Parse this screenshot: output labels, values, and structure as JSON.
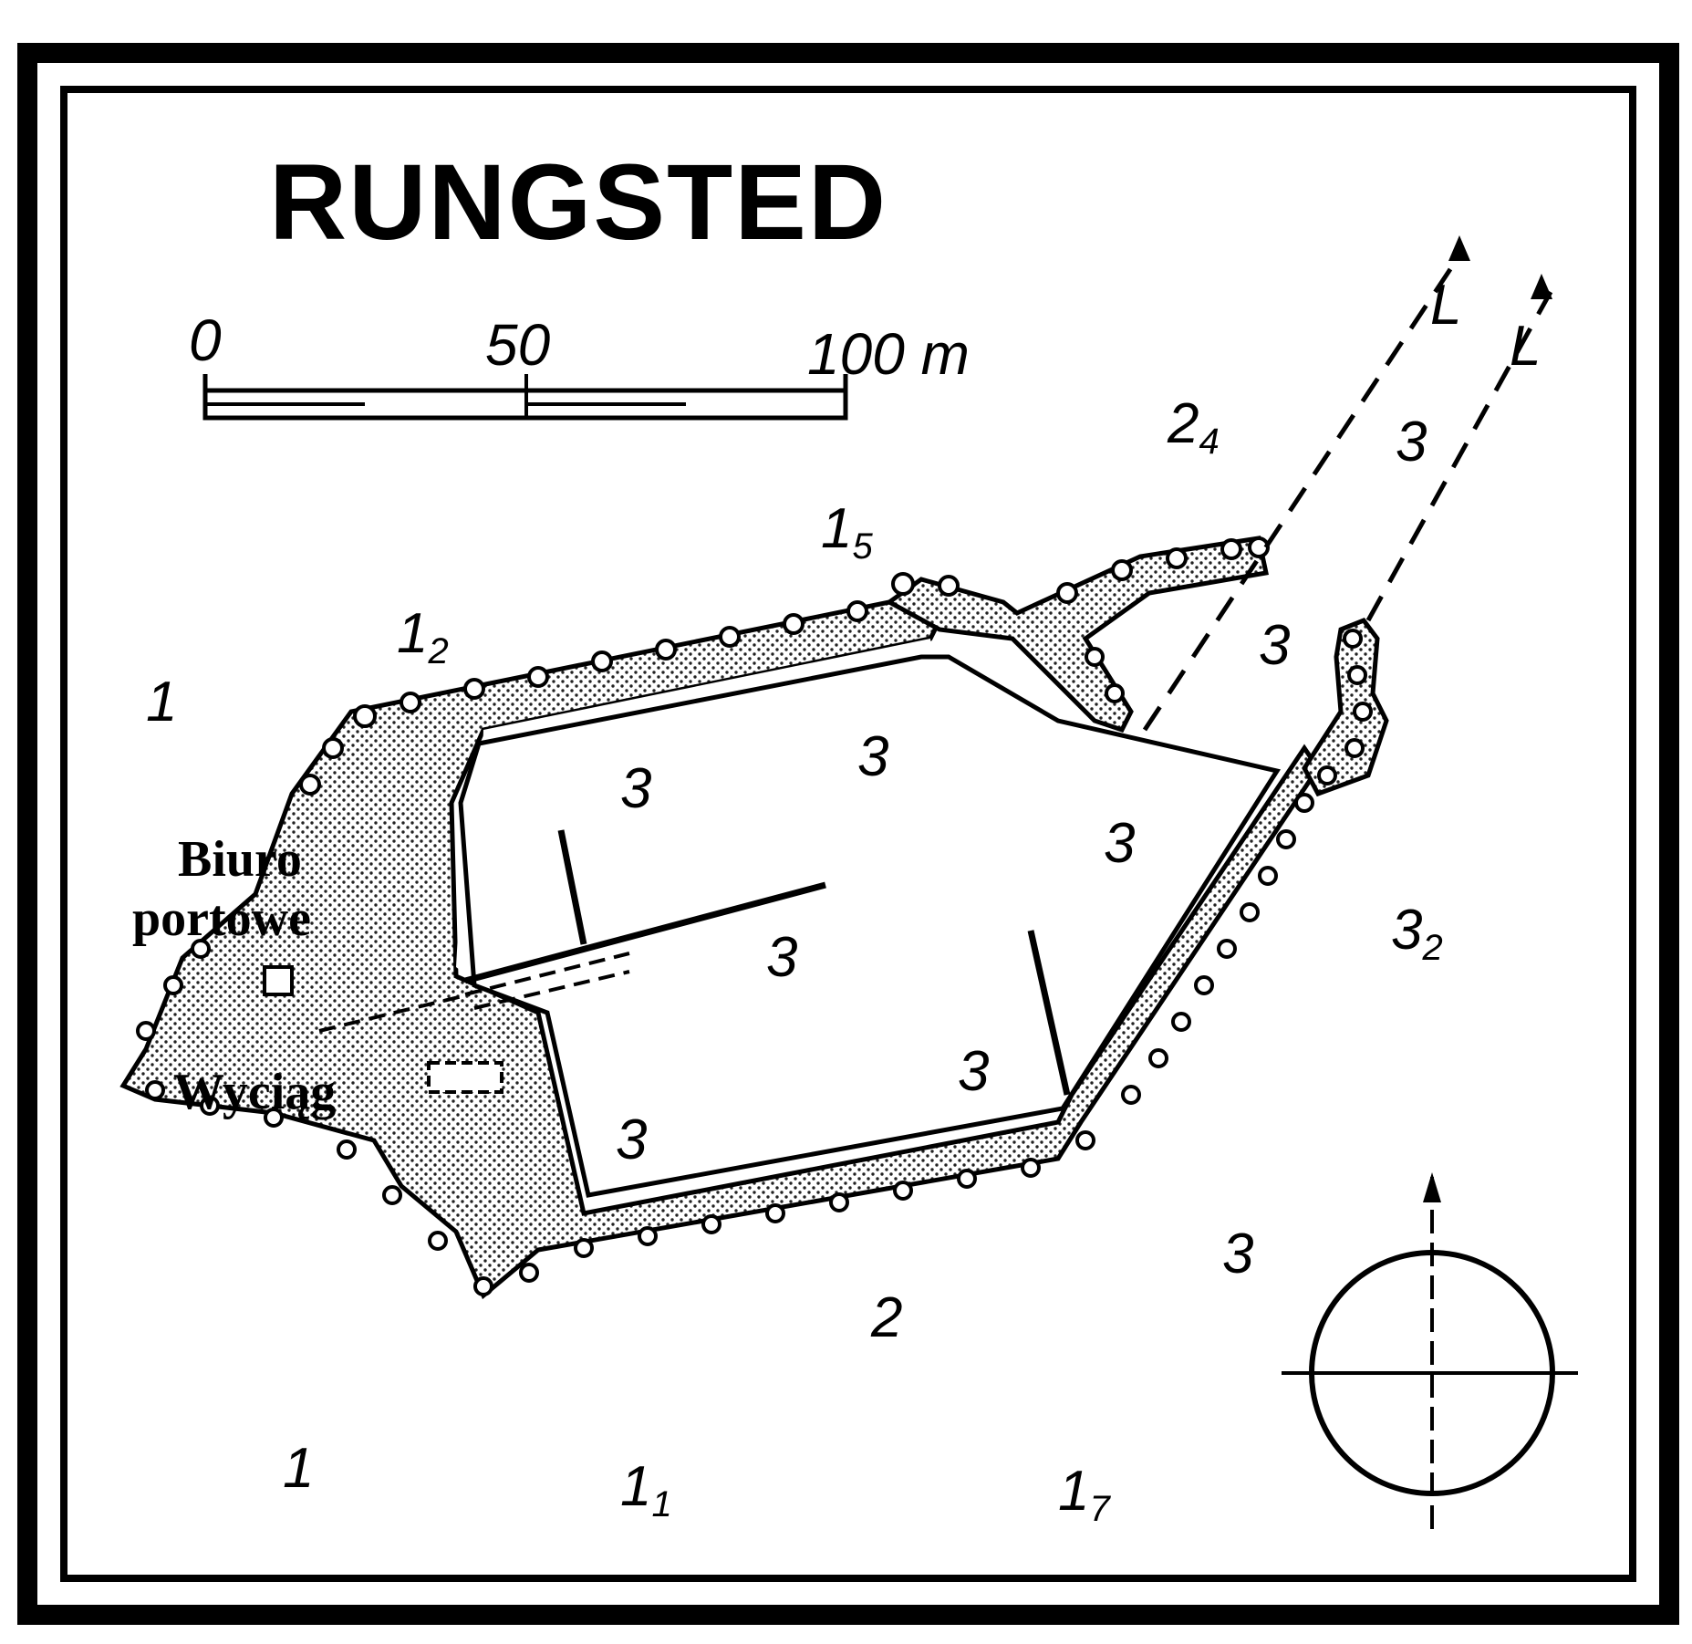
{
  "map": {
    "title": "RUNGSTED",
    "scale": {
      "zero": "0",
      "mid": "50",
      "end": "100 m"
    },
    "labels": {
      "office_line1": "Biuro",
      "office_line2": "portowe",
      "hoist": "Wyciąg"
    },
    "leading_lights": [
      "L",
      "L"
    ],
    "depths": [
      {
        "base": "2",
        "sub": "4"
      },
      {
        "base": "3",
        "sub": ""
      },
      {
        "base": "1",
        "sub": "5"
      },
      {
        "base": "1",
        "sub": "2"
      },
      {
        "base": "1",
        "sub": ""
      },
      {
        "base": "3",
        "sub": ""
      },
      {
        "base": "3",
        "sub": ""
      },
      {
        "base": "3",
        "sub": ""
      },
      {
        "base": "3",
        "sub": ""
      },
      {
        "base": "3",
        "sub": ""
      },
      {
        "base": "3",
        "sub": "2"
      },
      {
        "base": "3",
        "sub": ""
      },
      {
        "base": "3",
        "sub": ""
      },
      {
        "base": "3",
        "sub": ""
      },
      {
        "base": "2",
        "sub": ""
      },
      {
        "base": "1",
        "sub": ""
      },
      {
        "base": "1",
        "sub": "1"
      },
      {
        "base": "1",
        "sub": "7"
      }
    ],
    "icons": [
      "compass-icon",
      "leading-light-arrow-icon",
      "office-building-icon"
    ]
  }
}
